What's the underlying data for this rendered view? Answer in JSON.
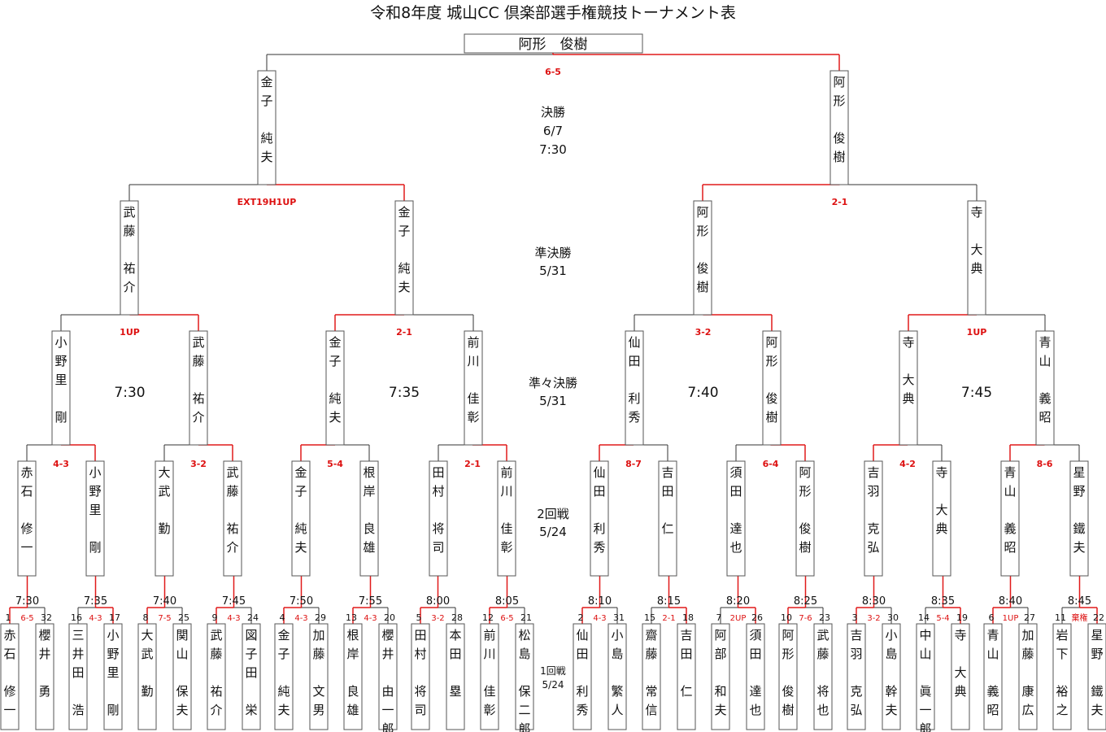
{
  "title": "令和8年度 城山CC 倶楽部選手権競技トーナメント表",
  "champion": "阿形　俊樹",
  "rounds": {
    "final": {
      "name": "決勝",
      "date": "6/7",
      "time": "7:30",
      "score": "6-5"
    },
    "semifinal": {
      "name": "準決勝",
      "date": "5/31"
    },
    "quarterfinal": {
      "name": "準々決勝",
      "date": "5/31"
    },
    "second": {
      "name": "2回戦",
      "date": "5/24"
    },
    "first": {
      "name": "1回戦",
      "date": "5/24"
    }
  },
  "first_round": [
    {
      "seeds": [
        "1",
        "32"
      ],
      "names": [
        "赤石修一",
        "櫻井勇"
      ],
      "name_layout": [
        [
          "赤",
          "石",
          "",
          "修",
          "一"
        ],
        [
          "櫻",
          "井",
          "",
          "勇"
        ]
      ],
      "time": "7:30",
      "score": "6-5",
      "winner": 0
    },
    {
      "seeds": [
        "16",
        "17"
      ],
      "names": [
        "三井田浩",
        "小野里剛"
      ],
      "name_layout": [
        [
          "三",
          "井",
          "田",
          "",
          "浩"
        ],
        [
          "小",
          "野",
          "里",
          "",
          "剛"
        ]
      ],
      "time": "7:35",
      "score": "4-3",
      "winner": 1
    },
    {
      "seeds": [
        "8",
        "25"
      ],
      "names": [
        "大武勤",
        "関山保夫"
      ],
      "name_layout": [
        [
          "大",
          "武",
          "",
          "勤"
        ],
        [
          "関",
          "山",
          "",
          "保",
          "夫"
        ]
      ],
      "time": "7:40",
      "score": "7-5",
      "winner": 0
    },
    {
      "seeds": [
        "9",
        "24"
      ],
      "names": [
        "武藤祐介",
        "図子田栄"
      ],
      "name_layout": [
        [
          "武",
          "藤",
          "",
          "祐",
          "介"
        ],
        [
          "図",
          "子",
          "田",
          "",
          "栄"
        ]
      ],
      "time": "7:45",
      "score": "4-3",
      "winner": 0
    },
    {
      "seeds": [
        "4",
        "29"
      ],
      "names": [
        "金子純夫",
        "加藤文男"
      ],
      "name_layout": [
        [
          "金",
          "子",
          "",
          "純",
          "夫"
        ],
        [
          "加",
          "藤",
          "",
          "文",
          "男"
        ]
      ],
      "time": "7:50",
      "score": "4-3",
      "winner": 0
    },
    {
      "seeds": [
        "13",
        "20"
      ],
      "names": [
        "根岸良雄",
        "櫻井由一郎"
      ],
      "name_layout": [
        [
          "根",
          "岸",
          "",
          "良",
          "雄"
        ],
        [
          "櫻",
          "井",
          "",
          "由",
          "一",
          "郎"
        ]
      ],
      "time": "7:55",
      "score": "4-3",
      "winner": 0
    },
    {
      "seeds": [
        "5",
        "28"
      ],
      "names": [
        "田村将司",
        "本田塁"
      ],
      "name_layout": [
        [
          "田",
          "村",
          "",
          "将",
          "司"
        ],
        [
          "本",
          "田",
          "",
          "塁"
        ]
      ],
      "time": "8:00",
      "score": "3-2",
      "winner": 0
    },
    {
      "seeds": [
        "12",
        "21"
      ],
      "names": [
        "前川佳彰",
        "松島保二郎"
      ],
      "name_layout": [
        [
          "前",
          "川",
          "",
          "佳",
          "彰"
        ],
        [
          "松",
          "島",
          "",
          "保",
          "二",
          "郎"
        ]
      ],
      "time": "8:05",
      "score": "6-5",
      "winner": 0
    },
    {
      "seeds": [
        "2",
        "31"
      ],
      "names": [
        "仙田利秀",
        "小島繁人"
      ],
      "name_layout": [
        [
          "仙",
          "田",
          "",
          "利",
          "秀"
        ],
        [
          "小",
          "島",
          "",
          "繁",
          "人"
        ]
      ],
      "time": "8:10",
      "score": "4-3",
      "winner": 0
    },
    {
      "seeds": [
        "15",
        "18"
      ],
      "names": [
        "齋藤常信",
        "吉田仁"
      ],
      "name_layout": [
        [
          "齋",
          "藤",
          "",
          "常",
          "信"
        ],
        [
          "吉",
          "田",
          "",
          "仁"
        ]
      ],
      "time": "8:15",
      "score": "2-1",
      "winner": 1
    },
    {
      "seeds": [
        "7",
        "26"
      ],
      "names": [
        "阿部和夫",
        "須田達也"
      ],
      "name_layout": [
        [
          "阿",
          "部",
          "",
          "和",
          "夫"
        ],
        [
          "須",
          "田",
          "",
          "達",
          "也"
        ]
      ],
      "time": "8:20",
      "score": "2UP",
      "winner": 1
    },
    {
      "seeds": [
        "10",
        "23"
      ],
      "names": [
        "阿形俊樹",
        "武藤将也"
      ],
      "name_layout": [
        [
          "阿",
          "形",
          "",
          "俊",
          "樹"
        ],
        [
          "武",
          "藤",
          "",
          "将",
          "也"
        ]
      ],
      "time": "8:25",
      "score": "7-6",
      "winner": 0
    },
    {
      "seeds": [
        "3",
        "30"
      ],
      "names": [
        "吉羽克弘",
        "小島幹夫"
      ],
      "name_layout": [
        [
          "吉",
          "羽",
          "",
          "克",
          "弘"
        ],
        [
          "小",
          "島",
          "",
          "幹",
          "夫"
        ]
      ],
      "time": "8:30",
      "score": "3-2",
      "winner": 0
    },
    {
      "seeds": [
        "14",
        "19"
      ],
      "names": [
        "中山眞一郎",
        "寺大典"
      ],
      "name_layout": [
        [
          "中",
          "山",
          "",
          "眞",
          "一",
          "郎"
        ],
        [
          "寺",
          "",
          "大",
          "典"
        ]
      ],
      "time": "8:35",
      "score": "5-4",
      "winner": 1
    },
    {
      "seeds": [
        "6",
        "27"
      ],
      "names": [
        "青山義昭",
        "加藤康広"
      ],
      "name_layout": [
        [
          "青",
          "山",
          "",
          "義",
          "昭"
        ],
        [
          "加",
          "藤",
          "",
          "康",
          "広"
        ]
      ],
      "time": "8:40",
      "score": "1UP",
      "winner": 0
    },
    {
      "seeds": [
        "11",
        "22"
      ],
      "names": [
        "岩下裕之",
        "星野鐵夫"
      ],
      "name_layout": [
        [
          "岩",
          "下",
          "",
          "裕",
          "之"
        ],
        [
          "星",
          "野",
          "",
          "鐵",
          "夫"
        ]
      ],
      "time": "8:45",
      "score": "棄権",
      "winner": 1
    }
  ],
  "second_round": [
    {
      "names": [
        "赤石修一",
        "小野里剛"
      ],
      "name_layout": [
        [
          "赤",
          "石",
          "",
          "修",
          "一"
        ],
        [
          "小",
          "野",
          "里",
          "",
          "剛"
        ]
      ],
      "score": "4-3",
      "winner": 1
    },
    {
      "names": [
        "大武勤",
        "武藤祐介"
      ],
      "name_layout": [
        [
          "大",
          "武",
          "",
          "勤"
        ],
        [
          "武",
          "藤",
          "",
          "祐",
          "介"
        ]
      ],
      "score": "3-2",
      "winner": 1
    },
    {
      "names": [
        "金子純夫",
        "根岸良雄"
      ],
      "name_layout": [
        [
          "金",
          "子",
          "",
          "純",
          "夫"
        ],
        [
          "根",
          "岸",
          "",
          "良",
          "雄"
        ]
      ],
      "score": "5-4",
      "winner": 0
    },
    {
      "names": [
        "田村将司",
        "前川佳彰"
      ],
      "name_layout": [
        [
          "田",
          "村",
          "",
          "将",
          "司"
        ],
        [
          "前",
          "川",
          "",
          "佳",
          "彰"
        ]
      ],
      "score": "2-1",
      "winner": 1
    },
    {
      "names": [
        "仙田利秀",
        "吉田仁"
      ],
      "name_layout": [
        [
          "仙",
          "田",
          "",
          "利",
          "秀"
        ],
        [
          "吉",
          "田",
          "",
          "仁"
        ]
      ],
      "score": "8-7",
      "winner": 0
    },
    {
      "names": [
        "須田達也",
        "阿形俊樹"
      ],
      "name_layout": [
        [
          "須",
          "田",
          "",
          "達",
          "也"
        ],
        [
          "阿",
          "形",
          "",
          "俊",
          "樹"
        ]
      ],
      "score": "6-4",
      "winner": 1
    },
    {
      "names": [
        "吉羽克弘",
        "寺大典"
      ],
      "name_layout": [
        [
          "吉",
          "羽",
          "",
          "克",
          "弘"
        ],
        [
          "寺",
          "",
          "大",
          "典"
        ]
      ],
      "score": "4-2",
      "winner": 0
    },
    {
      "names": [
        "青山義昭",
        "星野鐵夫"
      ],
      "name_layout": [
        [
          "青",
          "山",
          "",
          "義",
          "昭"
        ],
        [
          "星",
          "野",
          "",
          "鐵",
          "夫"
        ]
      ],
      "score": "8-6",
      "winner": 0
    }
  ],
  "quarterfinal": [
    {
      "names": [
        "小野里剛",
        "武藤祐介"
      ],
      "name_layout": [
        [
          "小",
          "野",
          "里",
          "",
          "剛"
        ],
        [
          "武",
          "藤",
          "",
          "祐",
          "介"
        ]
      ],
      "time": "7:30",
      "score": "1UP",
      "winner": 1
    },
    {
      "names": [
        "金子純夫",
        "前川佳彰"
      ],
      "name_layout": [
        [
          "金",
          "子",
          "",
          "純",
          "夫"
        ],
        [
          "前",
          "川",
          "",
          "佳",
          "彰"
        ]
      ],
      "time": "7:35",
      "score": "2-1",
      "winner": 0
    },
    {
      "names": [
        "仙田利秀",
        "阿形俊樹"
      ],
      "name_layout": [
        [
          "仙",
          "田",
          "",
          "利",
          "秀"
        ],
        [
          "阿",
          "形",
          "",
          "俊",
          "樹"
        ]
      ],
      "time": "7:40",
      "score": "3-2",
      "winner": 1
    },
    {
      "names": [
        "寺大典",
        "青山義昭"
      ],
      "name_layout": [
        [
          "寺",
          "",
          "大",
          "典"
        ],
        [
          "青",
          "山",
          "",
          "義",
          "昭"
        ]
      ],
      "time": "7:45",
      "score": "1UP",
      "winner": 0
    }
  ],
  "semifinal": [
    {
      "names": [
        "武藤祐介",
        "金子純夫"
      ],
      "name_layout": [
        [
          "武",
          "藤",
          "",
          "祐",
          "介"
        ],
        [
          "金",
          "子",
          "",
          "純",
          "夫"
        ]
      ],
      "score": "EXT19H1UP",
      "winner": 1
    },
    {
      "names": [
        "阿形俊樹",
        "寺大典"
      ],
      "name_layout": [
        [
          "阿",
          "形",
          "",
          "俊",
          "樹"
        ],
        [
          "寺",
          "",
          "大",
          "典"
        ]
      ],
      "score": "2-1",
      "winner": 0
    }
  ],
  "final": {
    "names": [
      "金子純夫",
      "阿形俊樹"
    ],
    "name_layout": [
      [
        "金",
        "子",
        "",
        "純",
        "夫"
      ],
      [
        "阿",
        "形",
        "",
        "俊",
        "樹"
      ]
    ],
    "score": "6-5",
    "winner": 1
  }
}
